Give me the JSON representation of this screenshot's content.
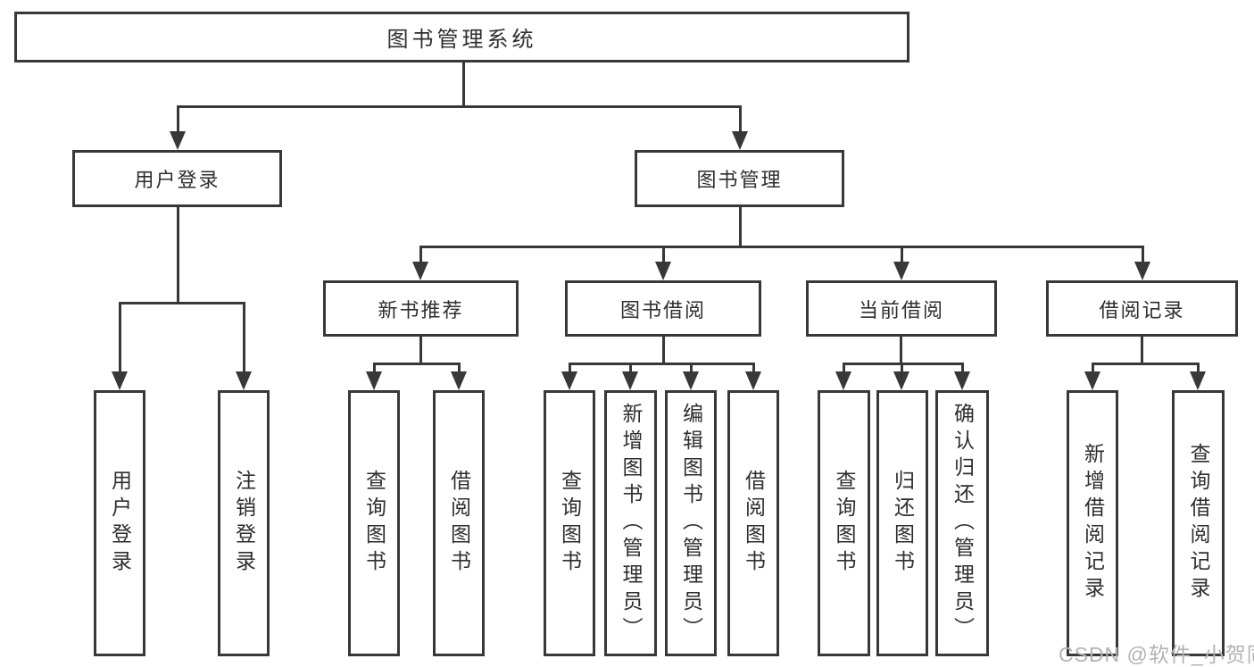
{
  "diagram": {
    "root": "图书管理系统",
    "level2": {
      "user_login": "用户登录",
      "book_management": "图书管理"
    },
    "level3": {
      "new_book_recommend": "新书推荐",
      "book_borrow": "图书借阅",
      "current_borrow": "当前借阅",
      "borrow_record": "借阅记录"
    },
    "leaves": {
      "user_login": [
        "用户登录",
        "注销登录"
      ],
      "new_book_recommend": [
        "查询图书",
        "借阅图书"
      ],
      "book_borrow": [
        "查询图书",
        "新增图书（管理员）",
        "编辑图书（管理员）",
        "借阅图书"
      ],
      "current_borrow": [
        "查询图书",
        "归还图书",
        "确认归还（管理员）"
      ],
      "borrow_record": [
        "新增借阅记录",
        "查询借阅记录"
      ]
    }
  },
  "watermark": "CSDN @软件_小贺同学",
  "colors": {
    "line": "#383838",
    "text": "#2e2e2e",
    "watermark": "#b3b3b3",
    "background": "#ffffff"
  }
}
